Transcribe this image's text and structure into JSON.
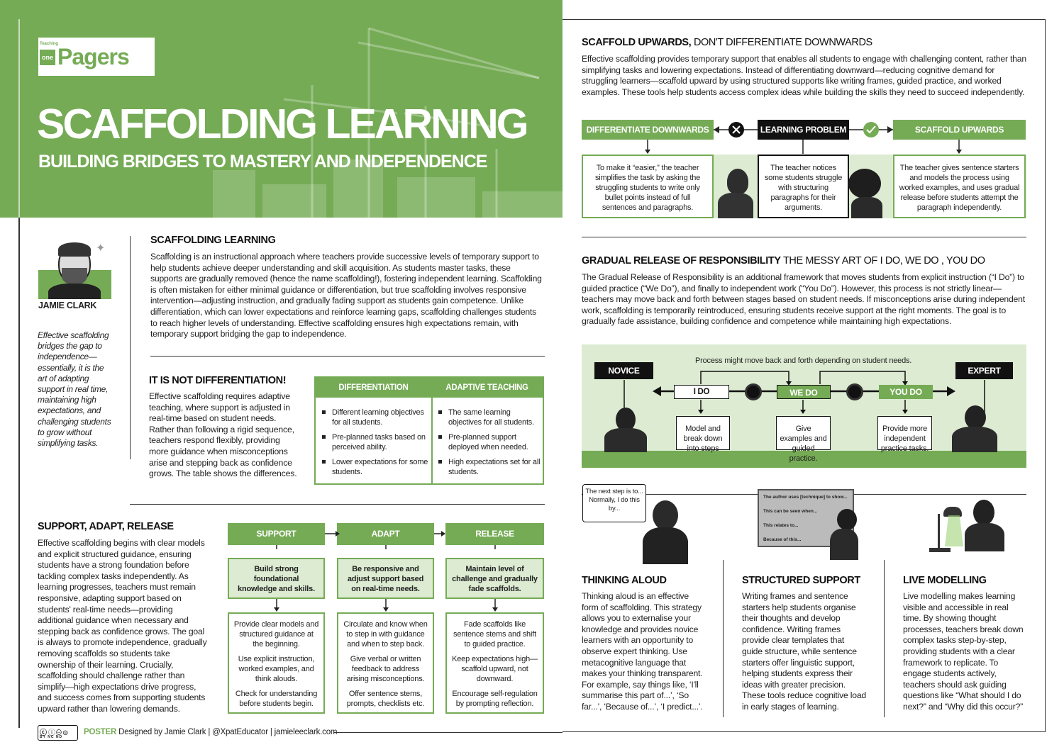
{
  "header": {
    "logo_small": "Teaching",
    "logo_one": "one",
    "logo_text": "Pagers",
    "title": "SCAFFOLDING LEARNING",
    "subtitle": "BUILDING BRIDGES TO MASTERY AND INDEPENDENCE"
  },
  "author": {
    "name": "JAMIE CLARK",
    "quote": "Effective scaffolding bridges the gap to independence—essentially, it is the art of adapting support in real time, maintaining high expectations, and challenging students to grow without simplifying tasks."
  },
  "intro": {
    "heading": "SCAFFOLDING LEARNING",
    "body": "Scaffolding is an instructional approach where teachers provide successive levels of temporary support to help students achieve deeper understanding and skill acquisition. As students master tasks, these supports are gradually removed (hence the name scaffolding!), fostering independent learning. Scaffolding is often mistaken for either minimal guidance or differentiation, but true scaffolding involves responsive intervention—adjusting instruction, and gradually fading support as students gain competence. Unlike differentiation, which can lower expectations and reinforce learning gaps, scaffolding challenges students to reach higher levels of understanding. Effective scaffolding ensures high expectations remain, with temporary support bridging the gap to independence."
  },
  "not_diff": {
    "heading": "IT IS NOT DIFFERENTIATION!",
    "body": "Effective scaffolding requires adaptive teaching, where support is adjusted in real-time based on student needs. Rather than following a rigid sequence, teachers respond flexibly, providing more guidance when misconceptions arise and stepping back as confidence grows. The table shows the differences.",
    "table": {
      "col1": "DIFFERENTIATION",
      "col2": "ADAPTIVE TEACHING",
      "col1_items": [
        "Different learning objectives for all students.",
        "Pre-planned tasks based on perceived ability.",
        "Lower expectations for some students."
      ],
      "col2_items": [
        "The same learning objectives for all students.",
        "Pre-planned support deployed when needed.",
        "High expectations set for all students."
      ]
    }
  },
  "sar": {
    "heading": "SUPPORT, ADAPT, RELEASE",
    "body": "Effective scaffolding begins with clear models and explicit structured guidance, ensuring students have a strong foundation before tackling complex tasks independently. As learning progresses, teachers must remain responsive, adapting support based on students' real-time needs—providing additional guidance when necessary and stepping back as confidence grows. The goal is always to promote independence, gradually removing scaffolds so students take ownership of their learning. Crucially, scaffolding should challenge rather than simplify—high expectations drive progress, and success comes from supporting students upward rather than lowering demands.",
    "stages": [
      {
        "label": "SUPPORT",
        "summary": "Build strong foundational knowledge and skills.",
        "points": [
          "Provide clear models and structured guidance at the beginning.",
          "Use explicit instruction, worked examples, and think alouds.",
          "Check for understanding before students begin."
        ]
      },
      {
        "label": "ADAPT",
        "summary": "Be responsive and adjust support based on real-time needs.",
        "points": [
          "Circulate and know when to step in with guidance and when to step back.",
          "Give verbal or written feedback to address arising misconceptions.",
          "Offer sentence stems, prompts, checklists etc."
        ]
      },
      {
        "label": "RELEASE",
        "summary": "Maintain level of challenge and gradually fade scaffolds.",
        "points": [
          "Fade scaffolds like sentence stems and shift to guided practice.",
          "Keep expectations high—scaffold upward, not downward.",
          "Encourage self-regulation by prompting reflection."
        ]
      }
    ]
  },
  "upwards": {
    "heading_bold": "SCAFFOLD UPWARDS,",
    "heading_thin": " DON'T DIFFERENTIATE DOWNWARDS",
    "body": "Effective scaffolding provides temporary support that enables all students to engage with challenging content, rather than simplifying tasks and lowering expectations. Instead of differentiating downward—reducing cognitive demand for struggling learners—scaffold upward by using structured supports like writing frames, guided practice, and worked examples. These tools help students access complex ideas while building the skills they need to succeed independently.",
    "diff_label": "DIFFERENTIATE DOWNWARDS",
    "problem_label": "LEARNING PROBLEM",
    "up_label": "SCAFFOLD UPWARDS",
    "diff_text": "To make it “easier,” the teacher simplifies the task by asking the struggling students to write only bullet points instead of full sentences and paragraphs.",
    "problem_text": "The teacher notices some students struggle with structuring paragraphs for their arguments.",
    "up_text": "The teacher gives sentence starters and models the process using worked examples, and uses gradual release before students attempt the paragraph independently."
  },
  "gradual": {
    "heading_bold": "GRADUAL RELEASE OF RESPONSIBILITY",
    "heading_thin": " THE MESSY ART OF I DO, WE DO , YOU DO",
    "body": "The Gradual Release of Responsibility is an additional framework that moves students from explicit instruction (“I Do”) to guided practice (“We Do”), and finally to independent work (“You Do”). However, this process is not strictly linear—teachers may move back and forth between stages based on student needs. If misconceptions arise during independent work, scaffolding is temporarily reintroduced, ensuring students receive support at the right moments. The goal is to gradually fade assistance, building confidence and competence while maintaining high expectations.",
    "note": "Process might move back and forth depending on student needs.",
    "novice": "NOVICE",
    "expert": "EXPERT",
    "stages": [
      {
        "label": "I DO",
        "text": "Model and break down into steps"
      },
      {
        "label": "WE DO",
        "text": "Give examples and guided practice."
      },
      {
        "label": "YOU DO",
        "text": "Provide more independent practice tasks."
      }
    ]
  },
  "strategies": [
    {
      "heading": "THINKING ALOUD",
      "body": "Thinking aloud is an effective form of scaffolding. This strategy allows you to externalise your knowledge and provides novice learners with an opportunity to observe expert thinking. Use metacognitive language that makes your thinking transparent. For example, say things like, ‘I'll summarise this part of...’, ‘So far...’, ‘Because of...’, ‘I predict...’."
    },
    {
      "heading": "STRUCTURED SUPPORT",
      "body": "Writing frames and sentence starters help students organise their thoughts and develop confidence. Writing frames provide clear templates that guide structure, while sentence starters offer linguistic support, helping students express their ideas with greater precision. These tools reduce cognitive load in early stages of learning."
    },
    {
      "heading": "LIVE MODELLING",
      "body": "Live modelling makes learning visible and accessible in real time. By showing thought processes, teachers break down complex tasks step-by-step, providing students with a clear framework to replicate. To engage students actively, teachers should ask guiding questions like “What should I do next?” and “Why did this occur?”"
    }
  ],
  "speech_bubble": "The next step is to... Normally, I do this by...",
  "board_lines": [
    "The author uses [technique] to show...",
    "This can be seen when...",
    "This relates to...",
    "Because of this..."
  ],
  "footer": {
    "cc": "BY NC ND",
    "poster": "POSTER",
    "credit": "Designed by Jamie Clark | @XpatEducator | jamieleeclark.com"
  },
  "colors": {
    "brand_green": "#75ab55",
    "light_green": "#dcebd1",
    "dark": "#111111"
  }
}
